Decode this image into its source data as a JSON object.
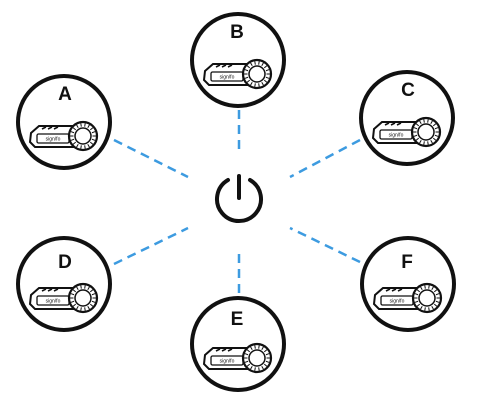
{
  "diagram": {
    "link_color": "#3d9be0",
    "center": {
      "icon": "power-icon"
    },
    "device_icon": "intercom-headset-icon",
    "nodes": [
      {
        "id": "A",
        "label": "A",
        "brand": "sign/fo"
      },
      {
        "id": "B",
        "label": "B",
        "brand": "sign/fo"
      },
      {
        "id": "C",
        "label": "C",
        "brand": "sign/fo"
      },
      {
        "id": "D",
        "label": "D",
        "brand": "sign/fo"
      },
      {
        "id": "E",
        "label": "E",
        "brand": "sign/fo"
      },
      {
        "id": "F",
        "label": "F",
        "brand": "sign/fo"
      }
    ]
  }
}
